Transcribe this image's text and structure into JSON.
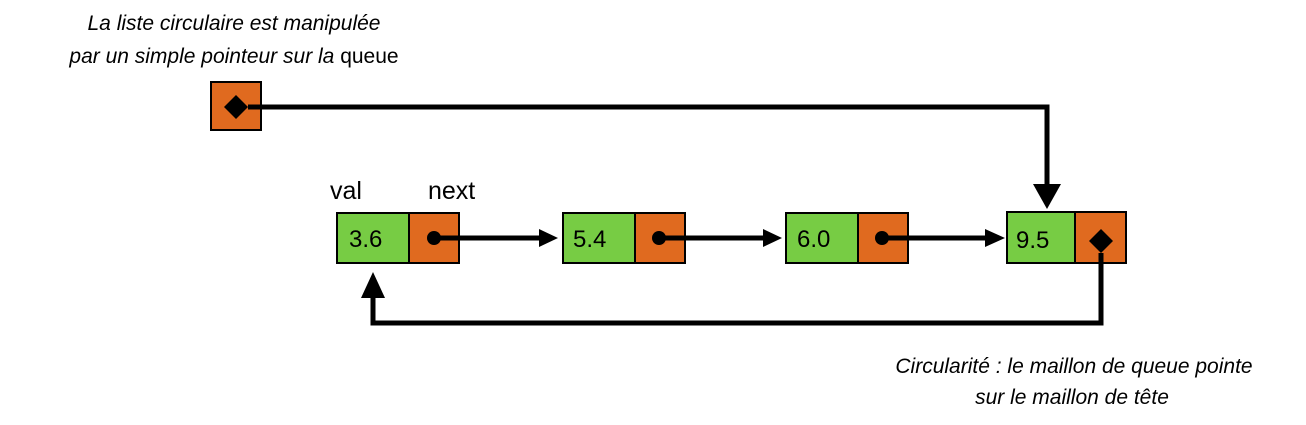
{
  "captions": {
    "top_line1": "La liste circulaire est manipulée",
    "top_line2_italic": "par un simple pointeur sur la ",
    "top_line2_plain": "queue",
    "bottom_line1": "Circularité : le maillon de queue pointe",
    "bottom_line2": "sur le maillon de tête"
  },
  "headers": {
    "val": "val",
    "next": "next"
  },
  "nodes": [
    {
      "value": "3.6"
    },
    {
      "value": "5.4"
    },
    {
      "value": "6.0"
    },
    {
      "value": "9.5"
    }
  ],
  "colors": {
    "value_cell": "#77cc44",
    "pointer_cell": "#e06a1f",
    "line": "#000000"
  }
}
